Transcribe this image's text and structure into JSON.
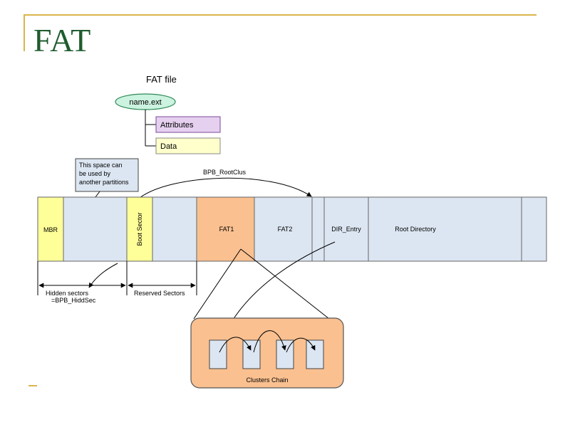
{
  "slide": {
    "title": "FAT"
  },
  "diagram": {
    "file_header": "FAT file",
    "file_node": "name.ext",
    "file_children": [
      "Attributes",
      "Data"
    ],
    "callout": [
      "This space can",
      "be used by",
      "another partitions"
    ],
    "root_clus_label": "BPB_RootClus",
    "segments": {
      "mbr": "MBR",
      "boot_sector": "Boot Sector",
      "fat1": "FAT1",
      "fat2": "FAT2",
      "dir_entry": "DIR_Entry",
      "root_directory": "Root Directory"
    },
    "hidden_sectors": [
      "Hidden sectors",
      "=BPB_HiddSec"
    ],
    "reserved_sectors": "Reserved Sectors",
    "clusters_chain": "Clusters Chain",
    "colors": {
      "mbr": "#ffff99",
      "boot_sector": "#ffff99",
      "fat": "#fac090",
      "region": "#dce6f2",
      "attributes": "#e6d0f0",
      "data": "#ffffcc",
      "file_node": "#ccf2e0"
    }
  }
}
